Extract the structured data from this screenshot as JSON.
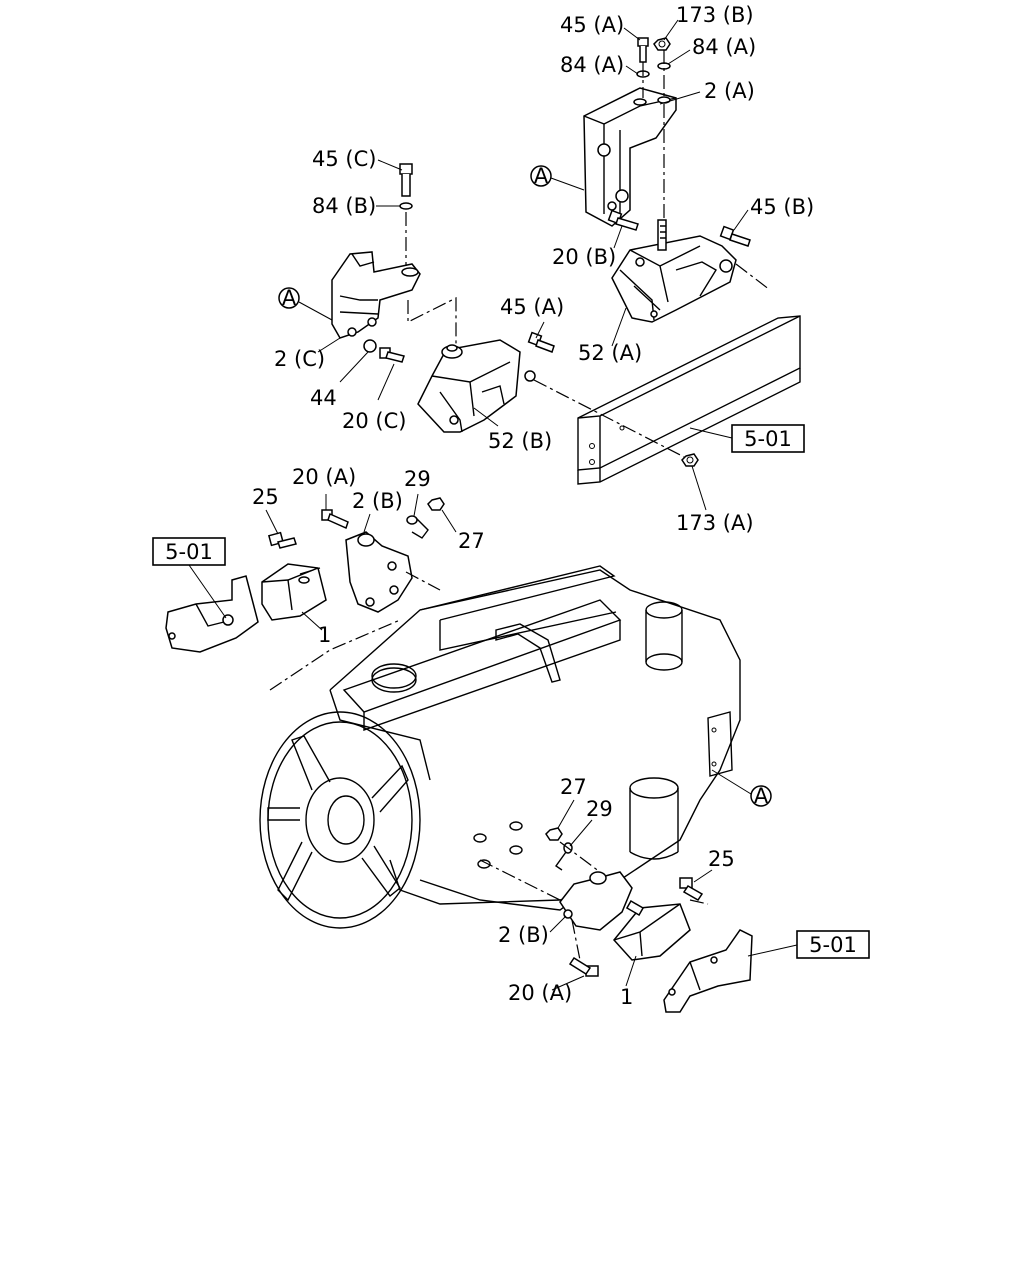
{
  "labels": {
    "p45A_top": "45 (A)",
    "p173B": "173 (B)",
    "p84A_left": "84 (A)",
    "p84A_right": "84 (A)",
    "p2A": "2 (A)",
    "pA_top": "A",
    "p45C": "45 (C)",
    "p84B": "84 (B)",
    "p45B": "45 (B)",
    "p20B": "20 (B)",
    "pA_left": "A",
    "p45A_mid": "45 (A)",
    "p52A": "52 (A)",
    "p2C": "2 (C)",
    "p44": "44",
    "p20C": "20 (C)",
    "p52B": "52 (B)",
    "ref_right": "5-01",
    "p173A": "173 (A)",
    "p20A_upper": "20 (A)",
    "p29_upper": "29",
    "p25_upper": "25",
    "p2B_upper": "2 (B)",
    "p27_upper": "27",
    "ref_left": "5-01",
    "p1_upper": "1",
    "pA_engine": "A",
    "p27_lower": "27",
    "p29_lower": "29",
    "p25_lower": "25",
    "ref_lower": "5-01",
    "p2B_lower": "2 (B)",
    "p20A_lower": "20 (A)",
    "p1_lower": "1"
  }
}
